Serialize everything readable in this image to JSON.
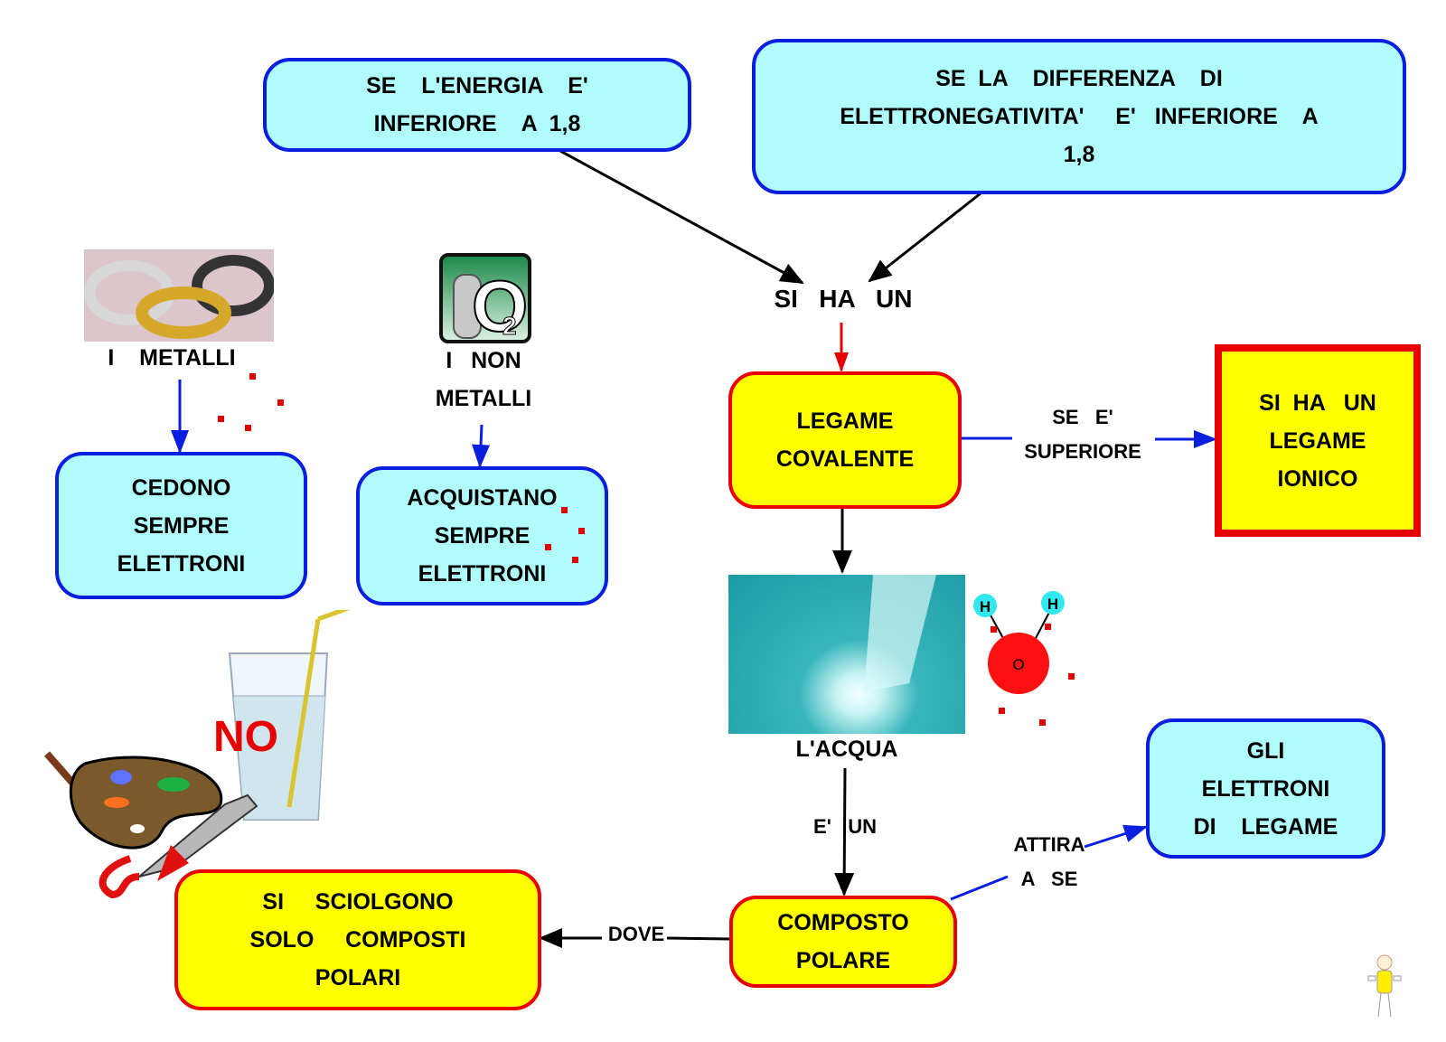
{
  "nodes": {
    "energia": "SE    L'ENERGIA    E'\nINFERIORE    A  1,8",
    "differenza": "SE  LA    DIFFERENZA    DI\nELETTRONEGATIVITA'     E'   INFERIORE    A\n1,8",
    "si_ha_un": "SI   HA   UN",
    "legame_covalente": "LEGAME\nCOVALENTE",
    "legame_ionico": "SI  HA   UN\nLEGAME\nIONICO",
    "metalli": "I    METALLI",
    "non_metalli": "I   NON\nMETALLI",
    "cedono": "CEDONO\nSEMPRE\nELETTRONI",
    "acquistano": "ACQUISTANO\nSEMPRE\nELETTRONI",
    "acqua": "L'ACQUA",
    "composto_polare": "COMPOSTO\nPOLARE",
    "elettroni_legame": "GLI\nELETTRONI\nDI    LEGAME",
    "sciolgono": "SI     SCIOLGONO\nSOLO     COMPOSTI\nPOLARI"
  },
  "edge_labels": {
    "se_superiore": "SE   E'\nSUPERIORE",
    "e_un": "E'   UN",
    "attira": "ATTIRA",
    "a_se": "A   SE",
    "dove": "DOVE"
  },
  "annotations": {
    "no": "NO",
    "molecule_h1": "H",
    "molecule_h2": "H",
    "molecule_o": "O",
    "o2_label": "O",
    "o2_sub": "2"
  },
  "colors": {
    "cyan_fill": "#b0fcfc",
    "blue_border": "#0a1ee0",
    "yellow_fill": "#ffff00",
    "red_border": "#e80000"
  }
}
